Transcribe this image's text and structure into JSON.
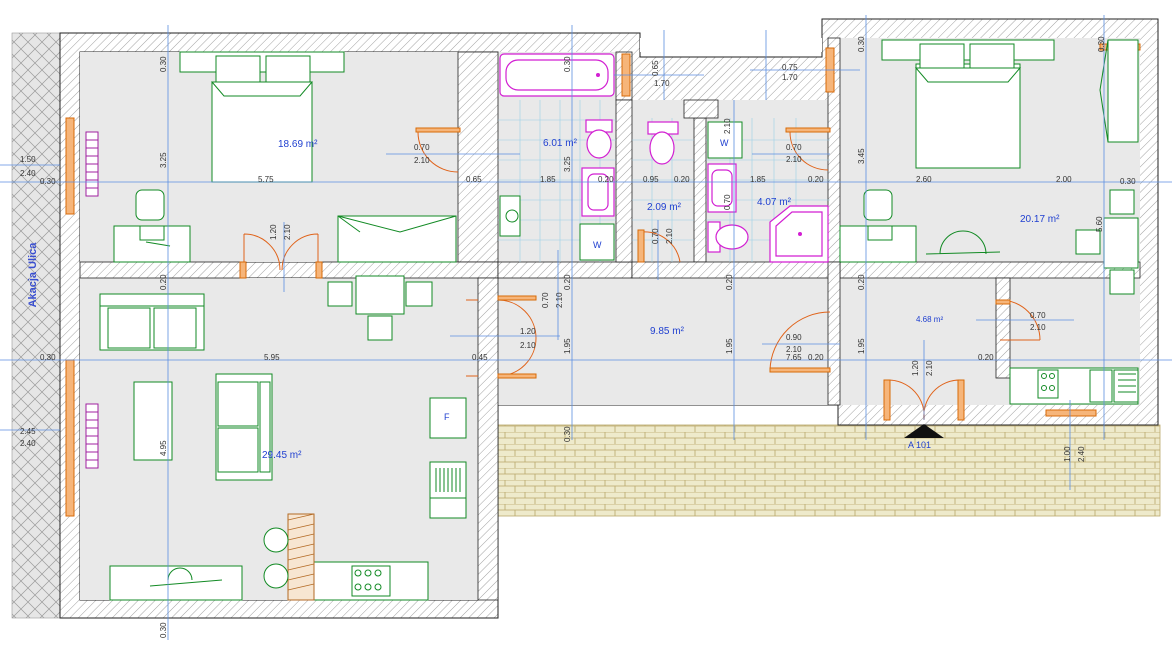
{
  "street": {
    "label": "Akacja Ulica"
  },
  "entrance": {
    "label": "A 101"
  },
  "rooms": [
    {
      "key": "bedroom-left",
      "area": "18.69 m²"
    },
    {
      "key": "bathroom-1",
      "area": "6.01 m²"
    },
    {
      "key": "wc",
      "area": "2.09 m²"
    },
    {
      "key": "bathroom-2",
      "area": "4.07 m²"
    },
    {
      "key": "bedroom-right",
      "area": "20.17 m²"
    },
    {
      "key": "hall",
      "area": "9.85 m²"
    },
    {
      "key": "vestibule",
      "area": "4.68 m²"
    },
    {
      "key": "living-kitchen",
      "area": "29.45 m²"
    }
  ],
  "dimensions": [
    "0.30",
    "0.30",
    "0.30",
    "0.30",
    "0.30",
    "0.30",
    "0.30",
    "0.30",
    "0.30",
    "5.75",
    "0.65",
    "1.85",
    "0.20",
    "0.95",
    "0.20",
    "1.85",
    "0.20",
    "2.60",
    "2.00",
    "5.95",
    "0.45",
    "7.65",
    "0.20",
    "3.25",
    "3.25",
    "3.45",
    "0.20",
    "0.20",
    "0.20",
    "0.20",
    "4.95",
    "1.95",
    "1.95",
    "1.95",
    "5.60",
    "1.50",
    "2.40",
    "2.45",
    "2.40",
    "0.70",
    "2.10",
    "0.70",
    "2.10",
    "1.20",
    "2.10",
    "0.70",
    "2.10",
    "0.70",
    "2.10",
    "1.20",
    "2.10",
    "0.90",
    "2.10",
    "0.70",
    "2.10",
    "1.20",
    "2.10",
    "0.65",
    "1.70",
    "0.75",
    "1.70",
    "1.00",
    "2.40",
    "0.70",
    "2.10",
    "0.20"
  ],
  "appliance_labels": {
    "washer": "W",
    "washer2": "W",
    "fridge": "F"
  }
}
